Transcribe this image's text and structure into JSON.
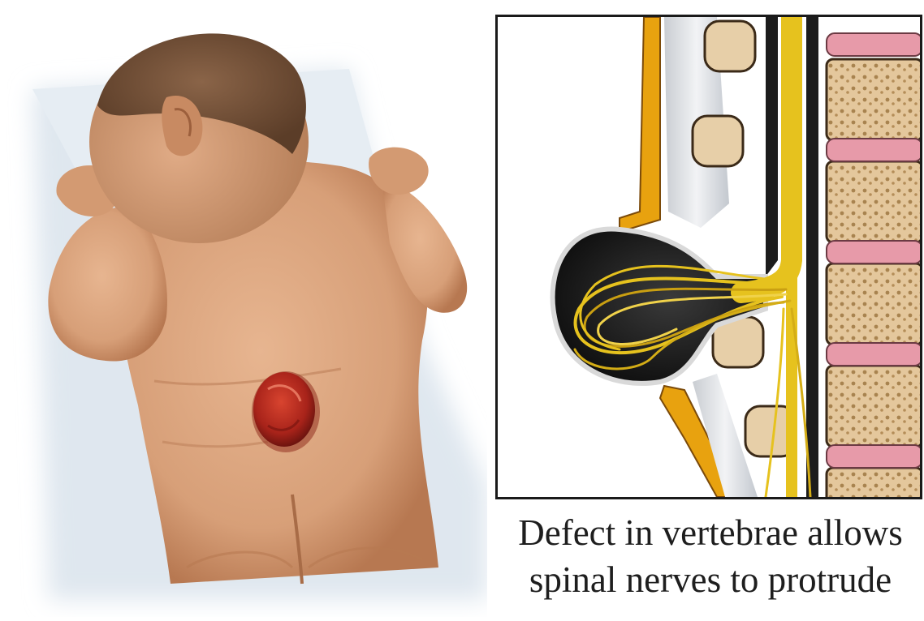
{
  "caption": {
    "line1": "Defect in vertebrae allows",
    "line2": "spinal nerves to protrude"
  },
  "colors": {
    "skin": "#d9a27a",
    "skin_shadow": "#b97c55",
    "hair": "#6b4a34",
    "lesion": "#b62a1f",
    "blanket": "#dde6ef",
    "nerve": "#e6c21e",
    "dura": "#1c1c1c",
    "bone": "#e7cfa8",
    "disc": "#e79aa9",
    "fat": "#e8a20f"
  },
  "icons": {
    "left": "infant-back-illustration",
    "right": "spinal-cross-section-illustration"
  }
}
